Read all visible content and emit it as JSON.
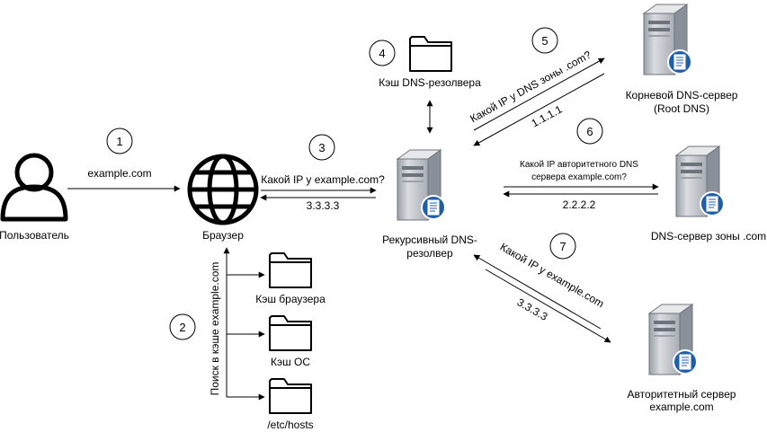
{
  "nodes": {
    "user": "Пользователь",
    "browser": "Браузер",
    "resolver_line1": "Рекурсивный DNS-",
    "resolver_line2": "резолвер",
    "resolver_cache": "Кэш DNS-резолвера",
    "root_line1": "Корневой DNS-сервер",
    "root_line2": "(Root DNS)",
    "com_server": "DNS-сервер зоны .com",
    "auth_line1": "Авторитетный сервер",
    "auth_line2": "example.com",
    "browser_cache": "Кэш браузера",
    "os_cache": "Кэш ОС",
    "hosts": "/etc/hosts"
  },
  "steps": [
    "1",
    "2",
    "3",
    "4",
    "5",
    "6",
    "7"
  ],
  "edge_labels": {
    "user_to_browser": "example.com",
    "browser_to_resolver": "Какой IP у example.com?",
    "resolver_to_browser": "3.3.3.3",
    "local_lookup": "Поиск в кэше example.com",
    "resolver_to_root": "Какой IP у DNS зоны .com?",
    "root_to_resolver": "1.1.1.1",
    "resolver_to_com_line1": "Какой IP авторитетного DNS",
    "resolver_to_com_line2": "сервера example.com?",
    "com_to_resolver": "2.2.2.2",
    "resolver_to_auth": "Какой IP у example.com",
    "auth_to_resolver": "3.3.3.3"
  },
  "colors": {
    "server_body": "#c8ccd2",
    "server_dark": "#8a9099",
    "badge_blue": "#1f5fa8",
    "folder": "#ffffff",
    "stroke": "#000000"
  },
  "icons": {
    "user": "user-icon",
    "browser": "globe-icon",
    "server": "server-icon",
    "folder": "folder-icon"
  }
}
